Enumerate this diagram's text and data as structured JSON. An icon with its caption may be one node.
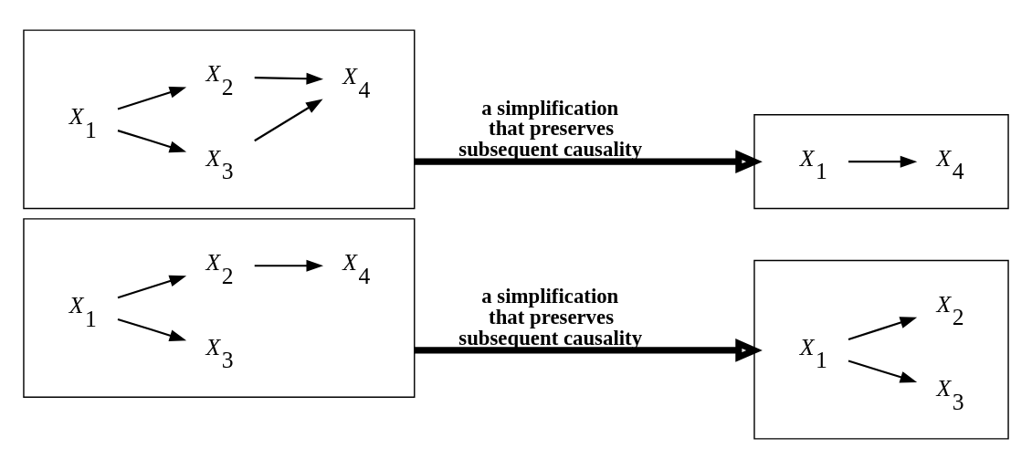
{
  "diagram": {
    "nodes": [
      {
        "text": [],
        "shape": "box"
      },
      {
        "text": [
          "X$_{1}$"
        ],
        "in": 0
      },
      {
        "text": [
          "X$_{2}$"
        ],
        "in": 0
      },
      {
        "text": [
          "X$_{4}$"
        ],
        "in": 0
      },
      {
        "text": [
          "X$_{3}$"
        ],
        "in": 0
      },
      {
        "text": [],
        "shape": "box"
      },
      {
        "text": [
          "X$_{1}$"
        ],
        "in": 5
      },
      {
        "text": [
          "X$_{2}$"
        ],
        "in": 5
      },
      {
        "text": [
          "X$_{3}$"
        ],
        "in": 5
      },
      {
        "text": [],
        "shape": "box"
      },
      {
        "text": [
          "X$_{1}$"
        ],
        "in": 9
      },
      {
        "text": [
          "X$_{2}$"
        ],
        "in": 9
      },
      {
        "text": [
          "X$_{4}$"
        ],
        "in": 9
      },
      {
        "text": [
          "X$_{3}$"
        ],
        "in": 9
      },
      {
        "text": [],
        "shape": "box"
      },
      {
        "text": [
          "X$_{1}$"
        ],
        "in": 14
      },
      {
        "text": [
          "X$_{4}$"
        ],
        "in": 14
      }
    ],
    "edges": [
      {
        "from": 1,
        "to": 2,
        "arrow": "to"
      },
      {
        "from": 2,
        "to": 3,
        "arrow": "to"
      },
      {
        "from": 1,
        "to": 4,
        "arrow": "to"
      },
      {
        "from": 0,
        "to": 5,
        "arrow": "to",
        "label": "a simplification that preserves subsequent causality",
        "style": "thick"
      },
      {
        "from": 6,
        "to": 7,
        "arrow": "to"
      },
      {
        "from": 6,
        "to": 8,
        "arrow": "to"
      },
      {
        "from": 10,
        "to": 11,
        "arrow": "to"
      },
      {
        "from": 10,
        "to": 13,
        "arrow": "to"
      },
      {
        "from": 11,
        "to": 12,
        "arrow": "to"
      },
      {
        "from": 13,
        "to": 12,
        "arrow": "to"
      },
      {
        "from": 9,
        "to": 14,
        "arrow": "to",
        "label": "a simplification that preserves subsequent causality",
        "style": "thick"
      },
      {
        "from": 15,
        "to": 16,
        "arrow": "to"
      }
    ]
  }
}
